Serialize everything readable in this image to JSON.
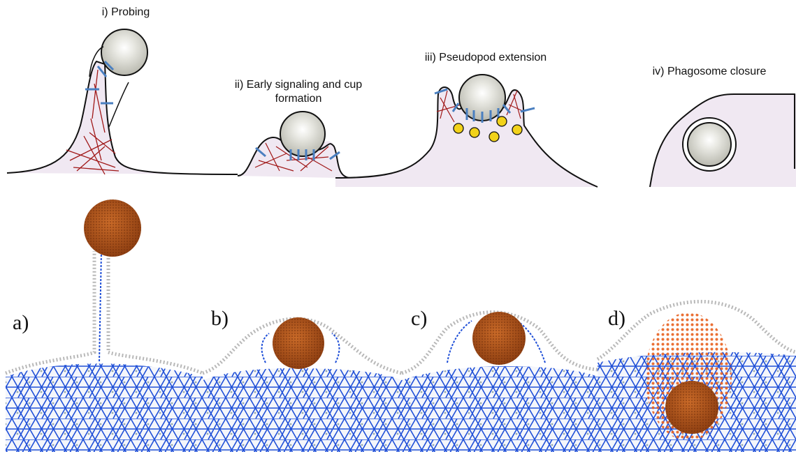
{
  "top_panel": {
    "stages": [
      {
        "label": "i) Probing"
      },
      {
        "label": "ii) Early signaling and cup formation"
      },
      {
        "label": "iii) Pseudopod extension"
      },
      {
        "label": "iv) Phagosome closure"
      }
    ]
  },
  "bottom_panel": {
    "panels": [
      {
        "label": "a)"
      },
      {
        "label": "b)"
      },
      {
        "label": "c)"
      },
      {
        "label": "d)"
      }
    ]
  },
  "colors": {
    "membrane_fill": "#f0e8f2",
    "actin": "#a01818",
    "receptor": "#4a7fc0",
    "vesicle": "#f2d21a",
    "mesh": "#2050d8",
    "particle": "#b4561c",
    "lipid": "#b8b8b8",
    "engulf_shell": "#e8601e"
  }
}
